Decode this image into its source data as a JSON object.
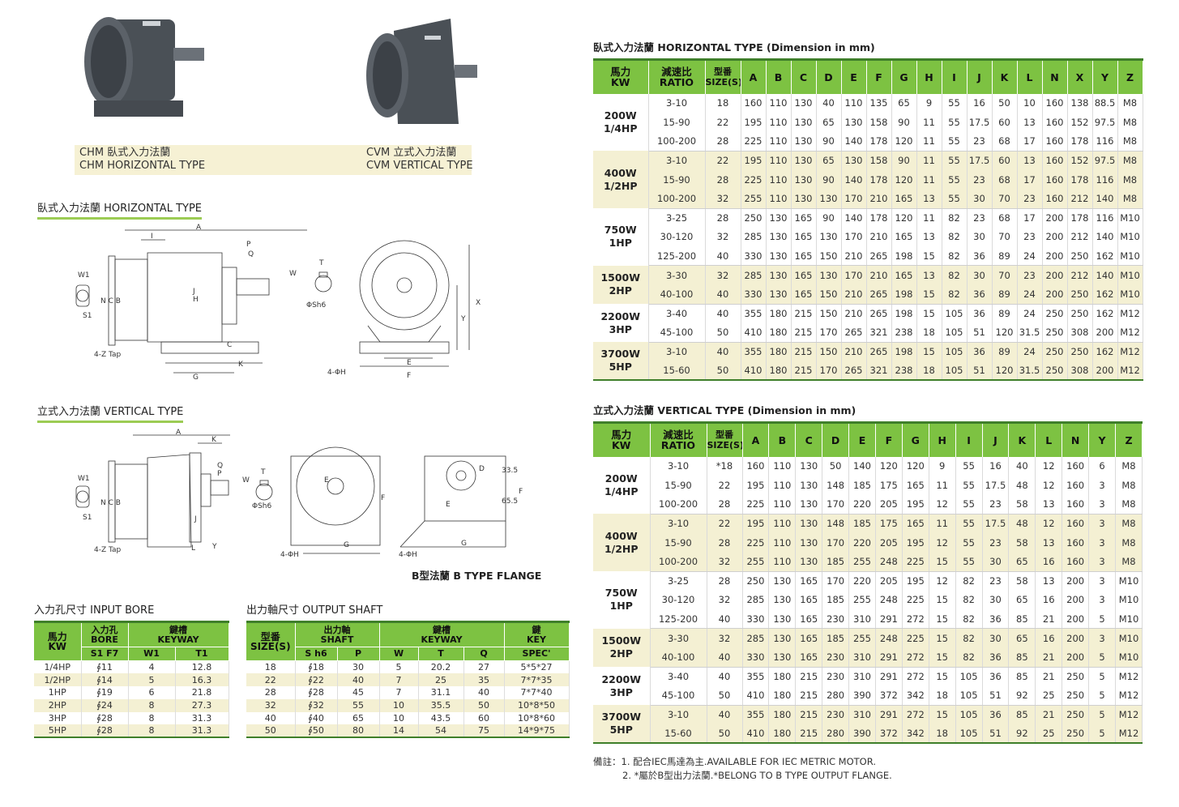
{
  "products": {
    "chm": {
      "line1": "CHM  臥式入力法蘭",
      "line2": "CHM  HORIZONTAL TYPE"
    },
    "cvm": {
      "line1": "CVM  立式入力法蘭",
      "line2": "CVM  VERTICAL TYPE"
    }
  },
  "sections": {
    "horizontal_drawing": "臥式入力法蘭  HORIZONTAL TYPE",
    "vertical_drawing": "立式入力法蘭 VERTICAL TYPE",
    "b_flange": "B型法蘭  B TYPE FLANGE",
    "input_bore": "入力孔尺寸  INPUT BORE",
    "output_shaft": "出力軸尺寸  OUTPUT SHAFT",
    "h_table_title": "臥式入力法蘭  HORIZONTAL TYPE (Dimension in mm)",
    "v_table_title": "立式入力法蘭 VERTICAL TYPE (Dimension in mm)"
  },
  "drawing_labels": {
    "h": [
      "A",
      "I",
      "P",
      "Q",
      "W1",
      "NC",
      "B",
      "S1",
      "4-Z Tap",
      "J",
      "H",
      "G",
      "K",
      "C",
      "W",
      "T",
      "ΦSh6",
      "X",
      "Y",
      "E",
      "F",
      "4-ΦH"
    ],
    "v": [
      "A",
      "K",
      "Q",
      "P",
      "W1",
      "NC",
      "B",
      "S1",
      "4-Z Tap",
      "J",
      "L",
      "Y",
      "W",
      "T",
      "ΦSh6",
      "4-ΦH",
      "G",
      "F",
      "E",
      "33.5",
      "65.5",
      "D"
    ]
  },
  "horizontal_table": {
    "header": [
      "馬力\nKW",
      "減速比\nRATIO",
      "型番\nSIZE(S)",
      "A",
      "B",
      "C",
      "D",
      "E",
      "F",
      "G",
      "H",
      "I",
      "J",
      "K",
      "L",
      "N",
      "X",
      "Y",
      "Z"
    ],
    "groups": [
      {
        "kw": [
          "200W",
          "1/4HP"
        ],
        "rows": [
          [
            "3-10",
            "18",
            "160",
            "110",
            "130",
            "40",
            "110",
            "135",
            "65",
            "9",
            "55",
            "16",
            "50",
            "10",
            "160",
            "138",
            "88.5",
            "M8"
          ],
          [
            "15-90",
            "22",
            "195",
            "110",
            "130",
            "65",
            "130",
            "158",
            "90",
            "11",
            "55",
            "17.5",
            "60",
            "13",
            "160",
            "152",
            "97.5",
            "M8"
          ],
          [
            "100-200",
            "28",
            "225",
            "110",
            "130",
            "90",
            "140",
            "178",
            "120",
            "11",
            "55",
            "23",
            "68",
            "17",
            "160",
            "178",
            "116",
            "M8"
          ]
        ]
      },
      {
        "kw": [
          "400W",
          "1/2HP"
        ],
        "rows": [
          [
            "3-10",
            "22",
            "195",
            "110",
            "130",
            "65",
            "130",
            "158",
            "90",
            "11",
            "55",
            "17.5",
            "60",
            "13",
            "160",
            "152",
            "97.5",
            "M8"
          ],
          [
            "15-90",
            "28",
            "225",
            "110",
            "130",
            "90",
            "140",
            "178",
            "120",
            "11",
            "55",
            "23",
            "68",
            "17",
            "160",
            "178",
            "116",
            "M8"
          ],
          [
            "100-200",
            "32",
            "255",
            "110",
            "130",
            "130",
            "170",
            "210",
            "165",
            "13",
            "55",
            "30",
            "70",
            "23",
            "160",
            "212",
            "140",
            "M8"
          ]
        ]
      },
      {
        "kw": [
          "750W",
          "1HP"
        ],
        "rows": [
          [
            "3-25",
            "28",
            "250",
            "130",
            "165",
            "90",
            "140",
            "178",
            "120",
            "11",
            "82",
            "23",
            "68",
            "17",
            "200",
            "178",
            "116",
            "M10"
          ],
          [
            "30-120",
            "32",
            "285",
            "130",
            "165",
            "130",
            "170",
            "210",
            "165",
            "13",
            "82",
            "30",
            "70",
            "23",
            "200",
            "212",
            "140",
            "M10"
          ],
          [
            "125-200",
            "40",
            "330",
            "130",
            "165",
            "150",
            "210",
            "265",
            "198",
            "15",
            "82",
            "36",
            "89",
            "24",
            "200",
            "250",
            "162",
            "M10"
          ]
        ]
      },
      {
        "kw": [
          "1500W",
          "2HP"
        ],
        "rows": [
          [
            "3-30",
            "32",
            "285",
            "130",
            "165",
            "130",
            "170",
            "210",
            "165",
            "13",
            "82",
            "30",
            "70",
            "23",
            "200",
            "212",
            "140",
            "M10"
          ],
          [
            "40-100",
            "40",
            "330",
            "130",
            "165",
            "150",
            "210",
            "265",
            "198",
            "15",
            "82",
            "36",
            "89",
            "24",
            "200",
            "250",
            "162",
            "M10"
          ]
        ]
      },
      {
        "kw": [
          "2200W",
          "3HP"
        ],
        "rows": [
          [
            "3-40",
            "40",
            "355",
            "180",
            "215",
            "150",
            "210",
            "265",
            "198",
            "15",
            "105",
            "36",
            "89",
            "24",
            "250",
            "250",
            "162",
            "M12"
          ],
          [
            "45-100",
            "50",
            "410",
            "180",
            "215",
            "170",
            "265",
            "321",
            "238",
            "18",
            "105",
            "51",
            "120",
            "31.5",
            "250",
            "308",
            "200",
            "M12"
          ]
        ]
      },
      {
        "kw": [
          "3700W",
          "5HP"
        ],
        "rows": [
          [
            "3-10",
            "40",
            "355",
            "180",
            "215",
            "150",
            "210",
            "265",
            "198",
            "15",
            "105",
            "36",
            "89",
            "24",
            "250",
            "250",
            "162",
            "M12"
          ],
          [
            "15-60",
            "50",
            "410",
            "180",
            "215",
            "170",
            "265",
            "321",
            "238",
            "18",
            "105",
            "51",
            "120",
            "31.5",
            "250",
            "308",
            "200",
            "M12"
          ]
        ]
      }
    ]
  },
  "vertical_table": {
    "header": [
      "馬力\nKW",
      "減速比\nRATIO",
      "型番\nSIZE(S)",
      "A",
      "B",
      "C",
      "D",
      "E",
      "F",
      "G",
      "H",
      "I",
      "J",
      "K",
      "L",
      "N",
      "Y",
      "Z"
    ],
    "groups": [
      {
        "kw": [
          "200W",
          "1/4HP"
        ],
        "rows": [
          [
            "3-10",
            "*18",
            "160",
            "110",
            "130",
            "50",
            "140",
            "120",
            "120",
            "9",
            "55",
            "16",
            "40",
            "12",
            "160",
            "6",
            "M8"
          ],
          [
            "15-90",
            "22",
            "195",
            "110",
            "130",
            "148",
            "185",
            "175",
            "165",
            "11",
            "55",
            "17.5",
            "48",
            "12",
            "160",
            "3",
            "M8"
          ],
          [
            "100-200",
            "28",
            "225",
            "110",
            "130",
            "170",
            "220",
            "205",
            "195",
            "12",
            "55",
            "23",
            "58",
            "13",
            "160",
            "3",
            "M8"
          ]
        ]
      },
      {
        "kw": [
          "400W",
          "1/2HP"
        ],
        "rows": [
          [
            "3-10",
            "22",
            "195",
            "110",
            "130",
            "148",
            "185",
            "175",
            "165",
            "11",
            "55",
            "17.5",
            "48",
            "12",
            "160",
            "3",
            "M8"
          ],
          [
            "15-90",
            "28",
            "225",
            "110",
            "130",
            "170",
            "220",
            "205",
            "195",
            "12",
            "55",
            "23",
            "58",
            "13",
            "160",
            "3",
            "M8"
          ],
          [
            "100-200",
            "32",
            "255",
            "110",
            "130",
            "185",
            "255",
            "248",
            "225",
            "15",
            "55",
            "30",
            "65",
            "16",
            "160",
            "3",
            "M8"
          ]
        ]
      },
      {
        "kw": [
          "750W",
          "1HP"
        ],
        "rows": [
          [
            "3-25",
            "28",
            "250",
            "130",
            "165",
            "170",
            "220",
            "205",
            "195",
            "12",
            "82",
            "23",
            "58",
            "13",
            "200",
            "3",
            "M10"
          ],
          [
            "30-120",
            "32",
            "285",
            "130",
            "165",
            "185",
            "255",
            "248",
            "225",
            "15",
            "82",
            "30",
            "65",
            "16",
            "200",
            "3",
            "M10"
          ],
          [
            "125-200",
            "40",
            "330",
            "130",
            "165",
            "230",
            "310",
            "291",
            "272",
            "15",
            "82",
            "36",
            "85",
            "21",
            "200",
            "5",
            "M10"
          ]
        ]
      },
      {
        "kw": [
          "1500W",
          "2HP"
        ],
        "rows": [
          [
            "3-30",
            "32",
            "285",
            "130",
            "165",
            "185",
            "255",
            "248",
            "225",
            "15",
            "82",
            "30",
            "65",
            "16",
            "200",
            "3",
            "M10"
          ],
          [
            "40-100",
            "40",
            "330",
            "130",
            "165",
            "230",
            "310",
            "291",
            "272",
            "15",
            "82",
            "36",
            "85",
            "21",
            "200",
            "5",
            "M10"
          ]
        ]
      },
      {
        "kw": [
          "2200W",
          "3HP"
        ],
        "rows": [
          [
            "3-40",
            "40",
            "355",
            "180",
            "215",
            "230",
            "310",
            "291",
            "272",
            "15",
            "105",
            "36",
            "85",
            "21",
            "250",
            "5",
            "M12"
          ],
          [
            "45-100",
            "50",
            "410",
            "180",
            "215",
            "280",
            "390",
            "372",
            "342",
            "18",
            "105",
            "51",
            "92",
            "25",
            "250",
            "5",
            "M12"
          ]
        ]
      },
      {
        "kw": [
          "3700W",
          "5HP"
        ],
        "rows": [
          [
            "3-10",
            "40",
            "355",
            "180",
            "215",
            "230",
            "310",
            "291",
            "272",
            "15",
            "105",
            "36",
            "85",
            "21",
            "250",
            "5",
            "M12"
          ],
          [
            "15-60",
            "50",
            "410",
            "180",
            "215",
            "280",
            "390",
            "372",
            "342",
            "18",
            "105",
            "51",
            "92",
            "25",
            "250",
            "5",
            "M12"
          ]
        ]
      }
    ]
  },
  "input_bore": {
    "head": {
      "kw": "馬力\nKW",
      "bore": "入力孔\nBORE",
      "bore_sub": "S1 F7",
      "keyway": "鍵槽\nKEYWAY",
      "w1": "W1",
      "t1": "T1"
    },
    "rows": [
      [
        "1/4HP",
        "∮11",
        "4",
        "12.8"
      ],
      [
        "1/2HP",
        "∮14",
        "5",
        "16.3"
      ],
      [
        "1HP",
        "∮19",
        "6",
        "21.8"
      ],
      [
        "2HP",
        "∮24",
        "8",
        "27.3"
      ],
      [
        "3HP",
        "∮28",
        "8",
        "31.3"
      ],
      [
        "5HP",
        "∮28",
        "8",
        "31.3"
      ]
    ]
  },
  "output_shaft": {
    "head": {
      "size": "型番\nSIZE(S)",
      "shaft": "出力軸\nSHAFT",
      "sh6": "S h6",
      "p": "P",
      "keyway": "鍵槽\nKEYWAY",
      "w": "W",
      "t": "T",
      "q": "Q",
      "key": "鍵\nKEY",
      "spec": "SPEC'"
    },
    "rows": [
      [
        "18",
        "∮18",
        "30",
        "5",
        "20.2",
        "27",
        "5*5*27"
      ],
      [
        "22",
        "∮22",
        "40",
        "7",
        "25",
        "35",
        "7*7*35"
      ],
      [
        "28",
        "∮28",
        "45",
        "7",
        "31.1",
        "40",
        "7*7*40"
      ],
      [
        "32",
        "∮32",
        "55",
        "10",
        "35.5",
        "50",
        "10*8*50"
      ],
      [
        "40",
        "∮40",
        "65",
        "10",
        "43.5",
        "60",
        "10*8*60"
      ],
      [
        "50",
        "∮50",
        "80",
        "14",
        "54",
        "75",
        "14*9*75"
      ]
    ]
  },
  "notes": {
    "label": "備註：",
    "n1": "1. 配合IEC馬達為主.AVAILABLE FOR IEC METRIC MOTOR.",
    "n2": "2. *屬於B型出力法蘭.*BELONG TO B TYPE OUTPUT FLANGE."
  }
}
